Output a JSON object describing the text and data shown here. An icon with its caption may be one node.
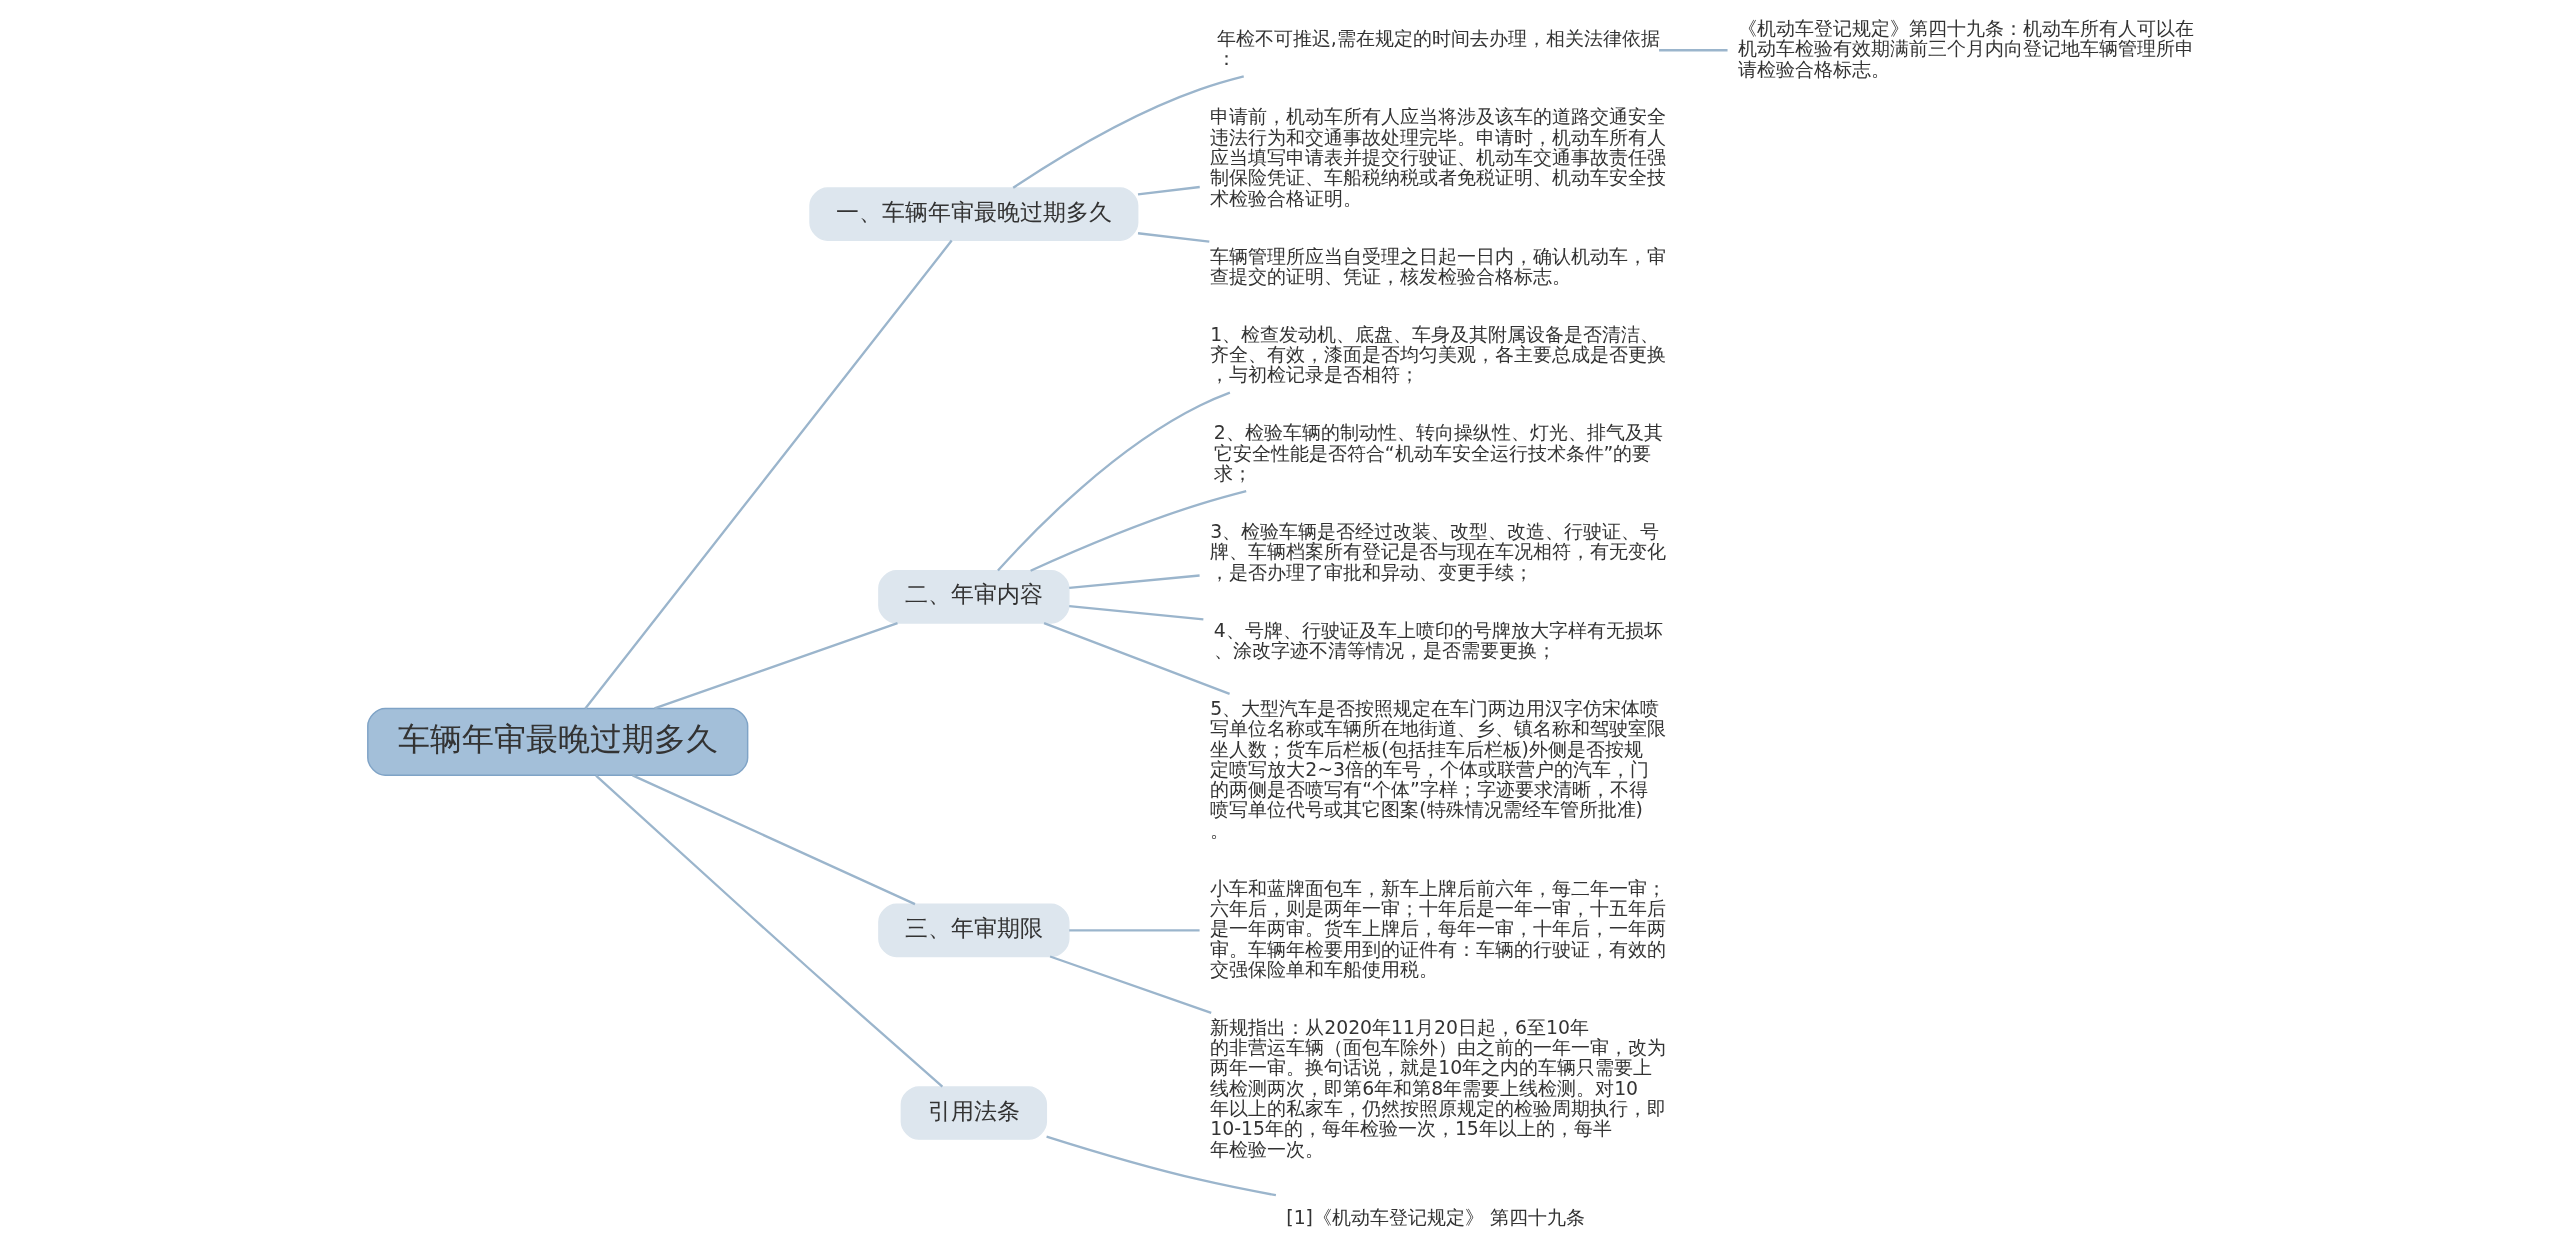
{
  "diagram": {
    "nodes": [
      {
        "text": [
          "车辆年审最晚过期多久"
        ]
      },
      {
        "text": [
          "一、车辆年审最晚过期多久"
        ]
      },
      {
        "text": [
          "年检不可推迟,需在规定的时间去办理，相关法律依据："
        ]
      },
      {
        "text": [
          "《机动车登记规定》第四十九条：机动车所有人可以在机动车检验有效期满前三个月内向登记地车辆管理所申请检验合格标志。"
        ]
      },
      {
        "text": [
          "申请前，机动车所有人应当将涉及该车的道路交通安全违法行为和交通事故处理完毕。申请时，机动车所有人应当填写申请表并提交行驶证、机动车交通事故责任强制保险凭证、车船税纳税或者免税证明、机动车安全技术检验合格证明。"
        ]
      },
      {
        "text": [
          "车辆管理所应当自受理之日起一日内，确认机动车，审查提交的证明、凭证，核发检验合格标志。"
        ]
      },
      {
        "text": [
          "二、年审内容"
        ]
      },
      {
        "text": [
          "1、检查发动机、底盘、车身及其附属设备是否清洁、齐全、有效，漆面是否均匀美观，各主要总成是否更换，与初检记录是否相符；"
        ]
      },
      {
        "text": [
          "2、检验车辆的制动性、转向操纵性、灯光、排气及其它安全性能是否符合“机动车安全运行技术条件”的要求；"
        ]
      },
      {
        "text": [
          "3、检验车辆是否经过改装、改型、改造、行驶证、号牌、车辆档案所有登记是否与现在车况相符，有无变化，是否办理了审批和异动、变更手续；"
        ]
      },
      {
        "text": [
          "4、号牌、行驶证及车上喷印的号牌放大字样有无损坏、涂改字迹不清等情况，是否需要更换；"
        ]
      },
      {
        "text": [
          "5、大型汽车是否按照规定在车门两边用汉字仿宋体喷写单位名称或车辆所在地街道、乡、镇名称和驾驶室限坐人数；货车后栏板(包括挂车后栏板)外侧是否按规定喷写放大2~3倍的车号，个体或联营户的汽车，门的两侧是否喷写有“个体”字样；字迹要求清晰，不得喷写单位代号或其它图案(特殊情况需经车管所批准)。"
        ]
      },
      {
        "text": [
          "三、年审期限"
        ]
      },
      {
        "text": [
          "小车和蓝牌面包车，新车上牌后前六年，每二年一审；六年后，则是两年一审；十年后是一年一审，十五年后是一年两审。货车上牌后，每年一审，十年后，一年两审。车辆年检要用到的证件有：车辆的行驶证，有效的交强保险单和车船使用税。"
        ]
      },
      {
        "text": [
          "新规指出：从2020年11月20日起，6至10年的非营运车辆（面包车除外）由之前的一年一审，改为两年一审。换句话说，就是10年之内的车辆只需要上线检测两次，即第6年和第8年需要上线检测。对10年以上的私家车，仍然按照原规定的检验周期执行，即10-15年的，每年检验一次，15年以上的，每半年检验一次。"
        ]
      },
      {
        "text": [
          "引用法条"
        ]
      },
      {
        "text": [
          "[1]《机动车登记规定》 第四十九条"
        ]
      }
    ],
    "edges": [
      {
        "from": 0,
        "to": 1,
        "arrow": "none"
      },
      {
        "from": 1,
        "to": 2,
        "arrow": "none"
      },
      {
        "from": 2,
        "to": 3,
        "arrow": "none"
      },
      {
        "from": 1,
        "to": 4,
        "arrow": "none"
      },
      {
        "from": 1,
        "to": 5,
        "arrow": "none"
      },
      {
        "from": 0,
        "to": 6,
        "arrow": "none"
      },
      {
        "from": 6,
        "to": 7,
        "arrow": "none"
      },
      {
        "from": 6,
        "to": 8,
        "arrow": "none"
      },
      {
        "from": 6,
        "to": 9,
        "arrow": "none"
      },
      {
        "from": 6,
        "to": 10,
        "arrow": "none"
      },
      {
        "from": 6,
        "to": 11,
        "arrow": "none"
      },
      {
        "from": 0,
        "to": 12,
        "arrow": "none"
      },
      {
        "from": 12,
        "to": 13,
        "arrow": "none"
      },
      {
        "from": 12,
        "to": 14,
        "arrow": "none"
      },
      {
        "from": 0,
        "to": 15,
        "arrow": "none"
      },
      {
        "from": 15,
        "to": 16,
        "arrow": "none"
      }
    ]
  }
}
